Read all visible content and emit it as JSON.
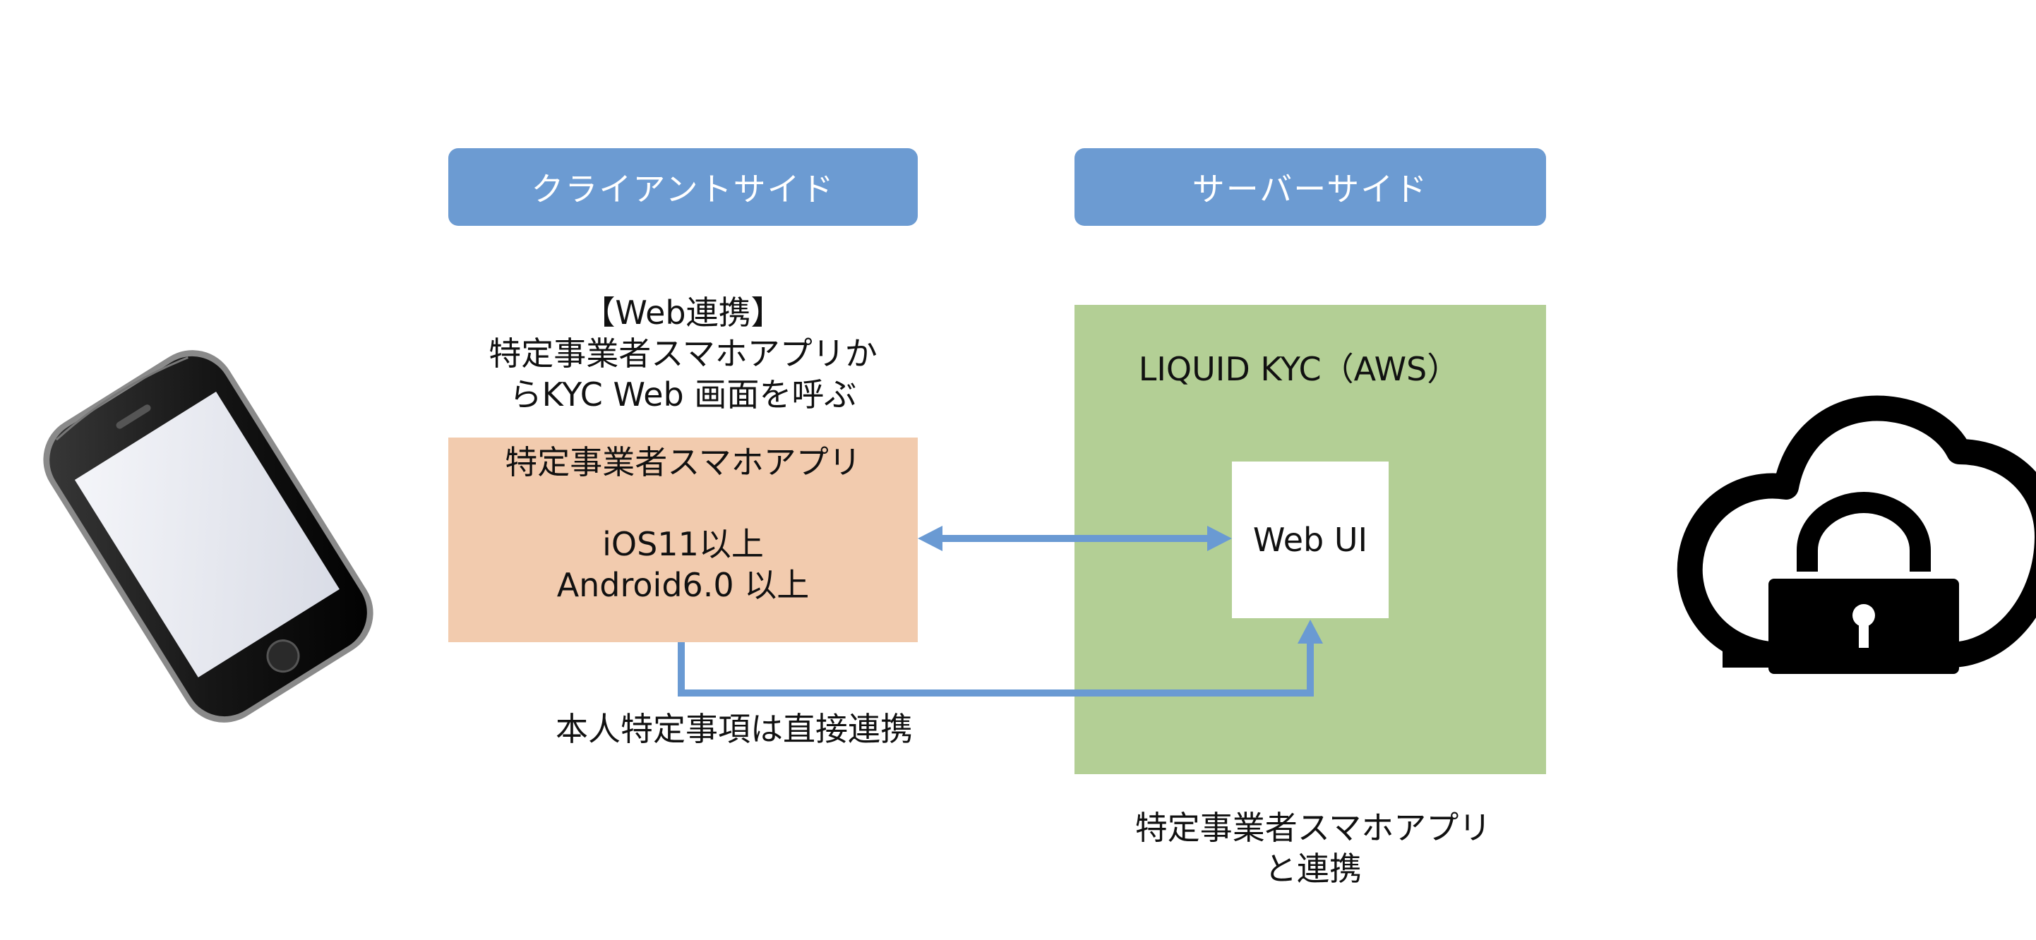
{
  "headers": {
    "client": "クライアントサイド",
    "server": "サーバーサイド"
  },
  "client": {
    "web_link_title": "【Web連携】",
    "web_link_line1": "特定事業者スマホアプリか",
    "web_link_line2": "らKYC Web 画面を呼ぶ",
    "app_name": "特定事業者スマホアプリ",
    "ios_requirement": "iOS11以上",
    "android_requirement": "Android6.0 以上"
  },
  "server": {
    "platform_label": "LIQUID KYC（AWS）",
    "web_ui_label": "Web UI",
    "note_line1": "特定事業者スマホアプリ",
    "note_line2": "と連携"
  },
  "connection": {
    "direct_link_label": "本人特定事項は直接連携"
  },
  "colors": {
    "header_blue": "#6c9bd2",
    "app_peach": "#f2cbae",
    "server_green": "#b3cf95",
    "arrow_blue": "#6a9ad3"
  },
  "icons": {
    "phone": "smartphone-icon",
    "cloud": "cloud-lock-icon"
  }
}
